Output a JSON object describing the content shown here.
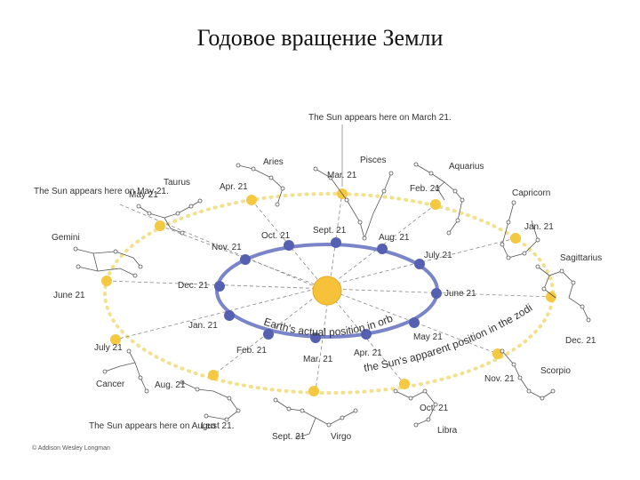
{
  "title": "Годовое вращение Земли",
  "annotations": {
    "march": "The Sun appears here on March 21.",
    "may": "The Sun appears here on May 21.",
    "august": "The Sun appears here on August 21.",
    "orbit_label": "Earth's actual position in orbit",
    "zodiac_label": "the Sun's apparent position in the zodiac"
  },
  "copyright": "© Addison Wesley Longman",
  "constellations": [
    "Aries",
    "Pisces",
    "Aquarius",
    "Taurus",
    "Capricorn",
    "Gemini",
    "Sagittarius",
    "Cancer",
    "Scorpio",
    "Leo",
    "Virgo",
    "Libra"
  ],
  "outer_dates": [
    "Mar. 21",
    "Apr. 21",
    "Feb. 21",
    "May 21",
    "Jan. 21",
    "June 21",
    "Dec. 21",
    "July 21",
    "Nov. 21",
    "Aug. 21",
    "Sept. 21",
    "Oct. 21"
  ],
  "inner_dates": [
    "Sept. 21",
    "Oct. 21",
    "Aug. 21",
    "Nov. 21",
    "July 21",
    "Dec. 21",
    "June 21",
    "Jan. 21",
    "May 21",
    "Feb. 21",
    "Apr. 21",
    "Mar. 21"
  ],
  "colors": {
    "orbit": "#7a85c9",
    "earth": "#5560b0",
    "sun": "#f6c23a",
    "zodiac_dots": "#f3e08a",
    "sun_marker": "#f5c842"
  }
}
